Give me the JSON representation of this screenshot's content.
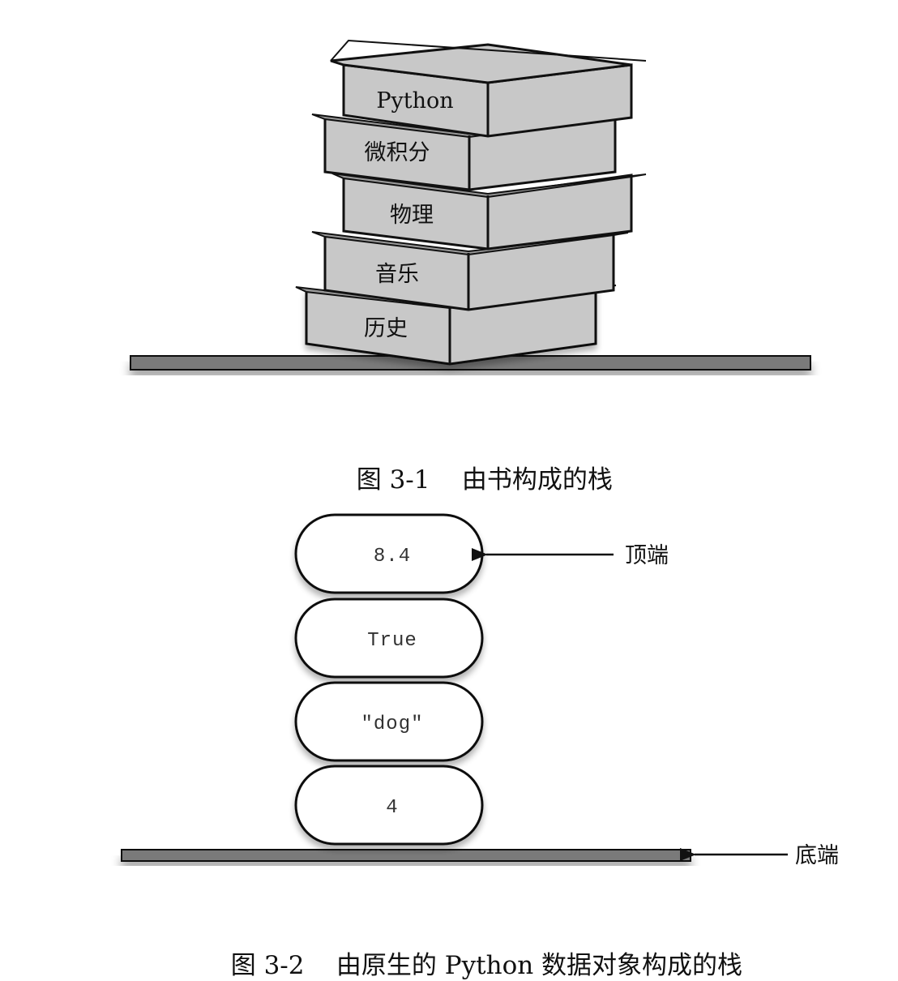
{
  "figure1": {
    "books": [
      {
        "label": "Python"
      },
      {
        "label": "微积分"
      },
      {
        "label": "物理"
      },
      {
        "label": "音乐"
      },
      {
        "label": "历史"
      }
    ],
    "caption_number": "图 3-1",
    "caption_text": "由书构成的栈"
  },
  "figure2": {
    "items": [
      {
        "value": "8.4"
      },
      {
        "value": "True"
      },
      {
        "value": "\"dog\""
      },
      {
        "value": "4"
      }
    ],
    "top_label": "顶端",
    "bottom_label": "底端",
    "caption_number": "图 3-2",
    "caption_text": "由原生的 Python 数据对象构成的栈"
  },
  "colors": {
    "book_face": "#c8c8c8",
    "shelf": "#7a7a7a",
    "stack_item": "#ffffff",
    "outline": "#111111"
  }
}
